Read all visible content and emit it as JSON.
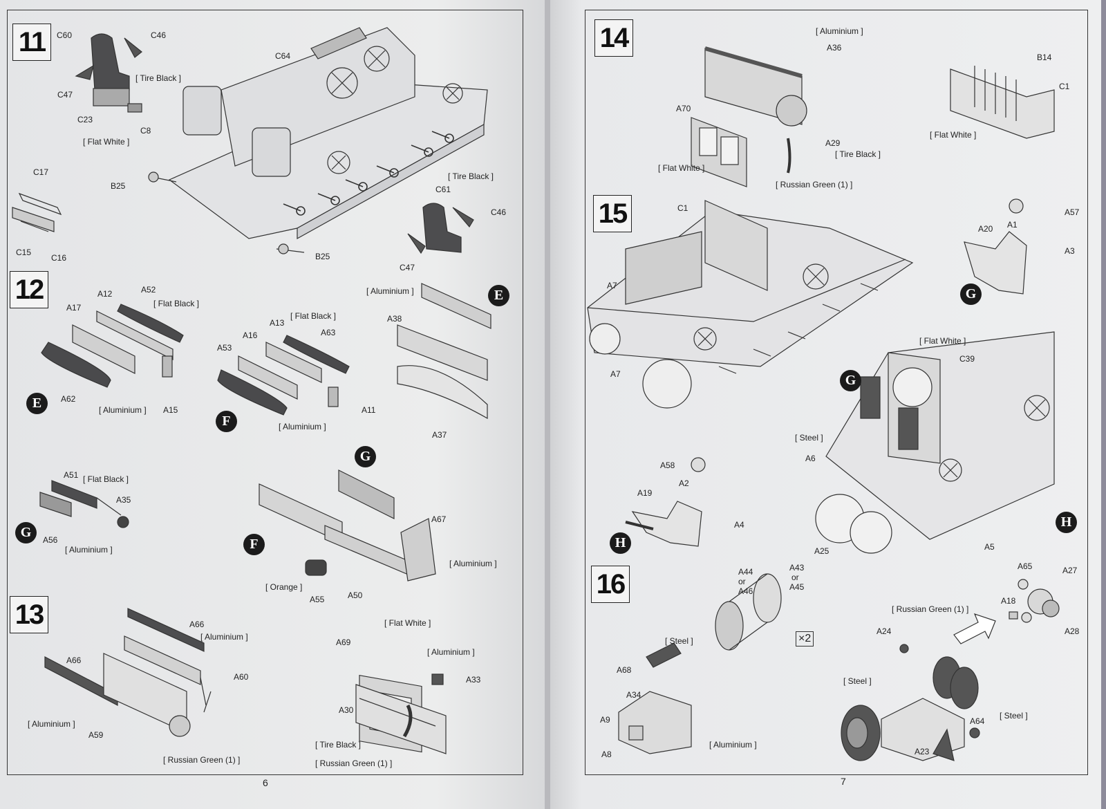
{
  "pages": {
    "left_number": "6",
    "right_number": "7"
  },
  "steps": {
    "s11": "11",
    "s12": "12",
    "s13": "13",
    "s14": "14",
    "s15": "15",
    "s16": "16"
  },
  "markers": {
    "e1": "E",
    "e2": "E",
    "f1": "F",
    "f2": "F",
    "g1": "G",
    "g2": "G",
    "g3": "G",
    "g4": "G",
    "h1": "H",
    "h2": "H"
  },
  "labels": {
    "c60": "C60",
    "c46a": "C46",
    "c47a": "C47",
    "c23": "C23",
    "c8": "C8",
    "c64": "C64",
    "c17": "C17",
    "c15": "C15",
    "c16": "C16",
    "b25a": "B25",
    "b25b": "B25",
    "c61": "C61",
    "c46b": "C46",
    "c47b": "C47",
    "a12": "A12",
    "a52": "A52",
    "a17": "A17",
    "a62": "A62",
    "a15": "A15",
    "a13": "A13",
    "a63": "A63",
    "a16": "A16",
    "a53": "A53",
    "a11": "A11",
    "a38": "A38",
    "a37": "A37",
    "a51": "A51",
    "a35": "A35",
    "a56": "A56",
    "a67": "A67",
    "a55": "A55",
    "a50": "A50",
    "a66a": "A66",
    "a66b": "A66",
    "a60": "A60",
    "a59": "A59",
    "a69": "A69",
    "a33": "A33",
    "a30": "A30",
    "a36": "A36",
    "a70": "A70",
    "a29": "A29",
    "b14": "B14",
    "c1a": "C1",
    "c1b": "C1",
    "a7a": "A7",
    "a7b": "A7",
    "a57": "A57",
    "a20": "A20",
    "a1": "A1",
    "a3": "A3",
    "c39": "C39",
    "a6": "A6",
    "a58": "A58",
    "a2": "A2",
    "a19": "A19",
    "a4": "A4",
    "a25": "A25",
    "a5": "A5",
    "a44": "A44",
    "or1": "or",
    "a46": "A46",
    "a43": "A43",
    "or2": "or",
    "a45": "A45",
    "a65": "A65",
    "a27": "A27",
    "a18": "A18",
    "a28": "A28",
    "a24": "A24",
    "a68": "A68",
    "a34": "A34",
    "a9": "A9",
    "a8": "A8",
    "a64": "A64",
    "a23": "A23",
    "times2": "×2"
  },
  "colors": {
    "tire_black_1": "[ Tire Black ]",
    "flat_white_1": "[ Flat White ]",
    "tire_black_2": "[ Tire Black ]",
    "flat_black_1": "[ Flat Black ]",
    "aluminium_1": "[ Aluminium ]",
    "flat_black_2": "[ Flat Black ]",
    "aluminium_2": "[ Aluminium ]",
    "aluminium_3": "[ Aluminium ]",
    "flat_black_3": "[ Flat Black ]",
    "aluminium_4": "[ Aluminium ]",
    "aluminium_5": "[ Aluminium ]",
    "orange": "[ Orange ]",
    "aluminium_6": "[ Aluminium ]",
    "aluminium_7": "[ Aluminium ]",
    "russian_green_1": "[ Russian Green (1) ]",
    "flat_white_2": "[ Flat White ]",
    "aluminium_8": "[ Aluminium ]",
    "tire_black_3": "[ Tire Black ]",
    "russian_green_2": "[ Russian Green (1) ]",
    "aluminium_9": "[ Aluminium ]",
    "tire_black_4": "[ Tire Black ]",
    "flat_white_3": "[ Flat White ]",
    "russian_green_3": "[ Russian Green (1) ]",
    "flat_white_4": "[ Flat White ]",
    "flat_white_5": "[ Flat White ]",
    "steel_1": "[ Steel ]",
    "steel_2": "[ Steel ]",
    "aluminium_10": "[ Aluminium ]",
    "russian_green_4": "[ Russian Green (1) ]",
    "steel_3": "[ Steel ]",
    "steel_4": "[ Steel ]"
  }
}
